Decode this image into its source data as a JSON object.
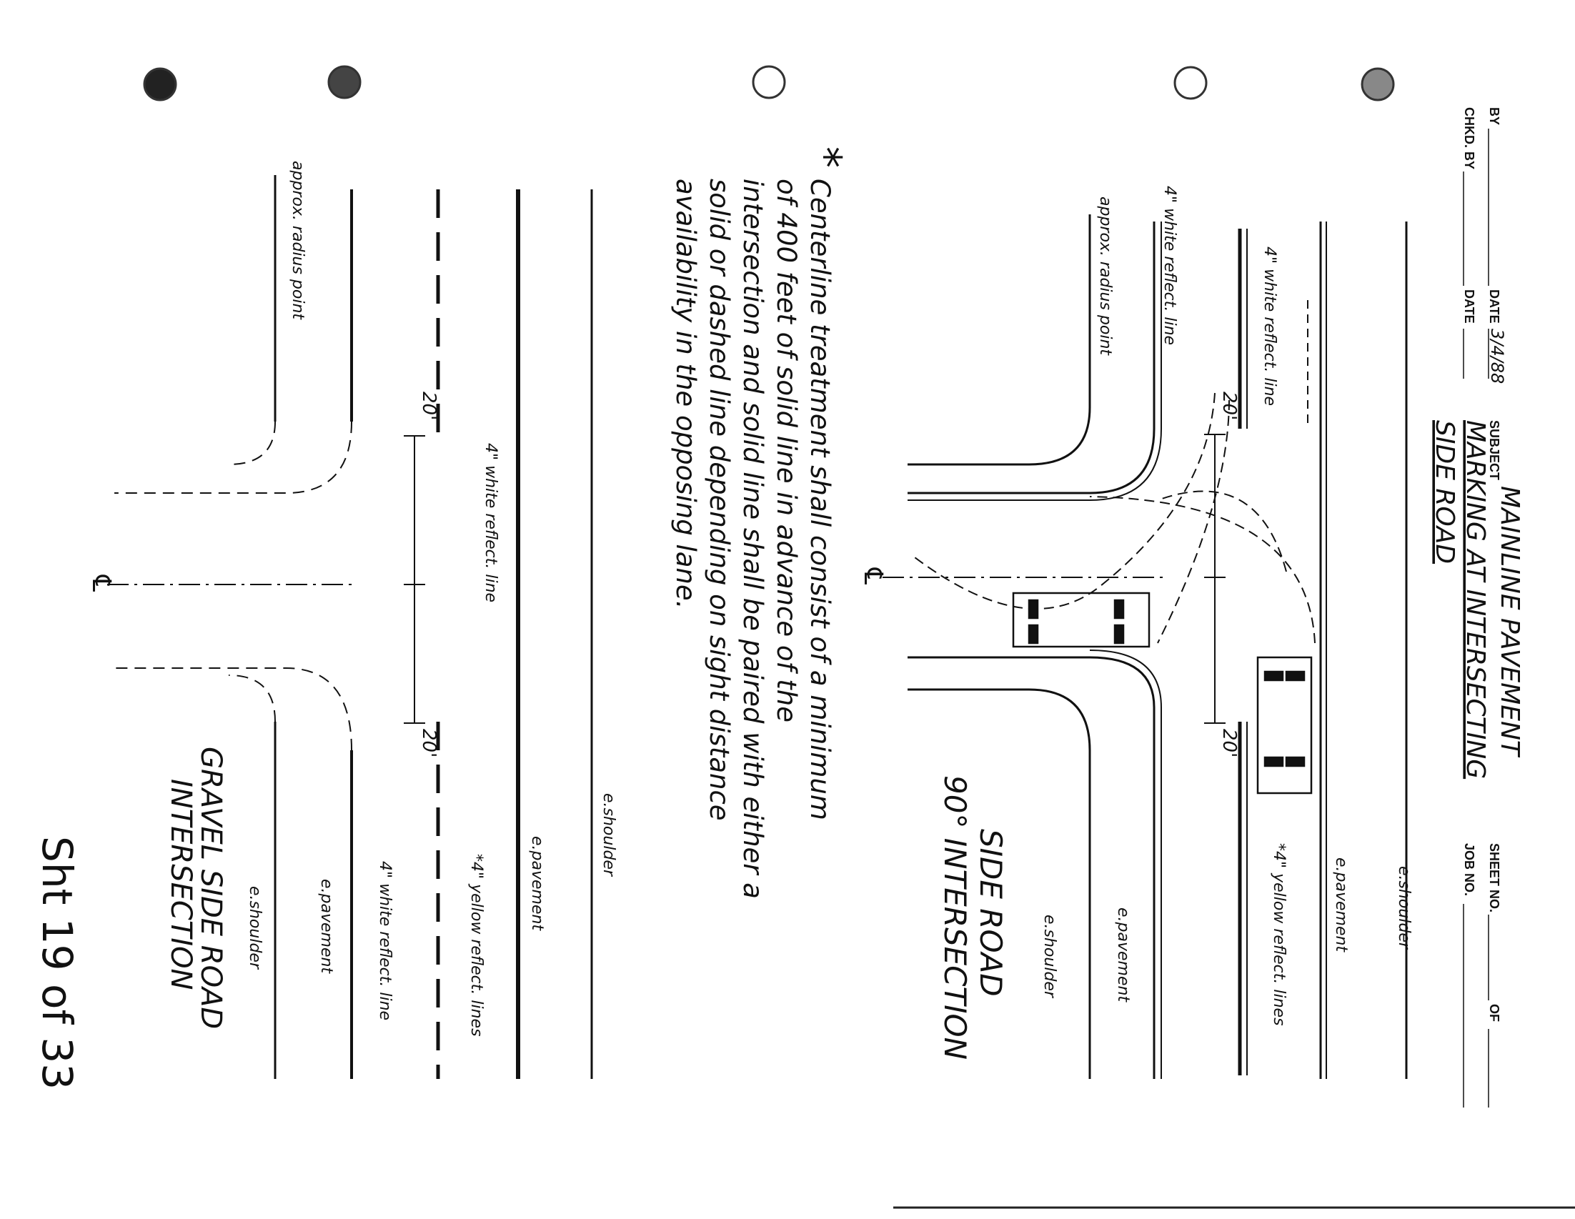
{
  "title_block": {
    "by_label": "BY",
    "date_label": "DATE",
    "date_value": "3/4/88",
    "chkd_by_label": "CHKD. BY",
    "date2_label": "DATE",
    "subject_label": "SUBJECT",
    "subject_line1": "MAINLINE PAVEMENT",
    "subject_line2": "MARKING AT INTERSECTING",
    "subject_line3": "SIDE ROAD",
    "sheet_no_label": "SHEET NO.",
    "of_label": "OF",
    "job_no_label": "JOB NO."
  },
  "top_diagram": {
    "title_line1": "SIDE ROAD",
    "title_line2": "90° INTERSECTION",
    "label_e_shoulder_top": "e.shoulder",
    "label_e_pavement_top": "e.pavement",
    "label_white_reflect": "4\" white reflect. line",
    "label_yellow_reflect": "*4\" yellow reflect. lines",
    "label_white_reflect_left": "4\" white reflect. line",
    "label_radius": "approx. radius point",
    "label_e_pavement_bottom": "e.pavement",
    "label_e_shoulder_bottom": "e.shoulder",
    "dim_left": "20'",
    "dim_right": "20'",
    "centerline_symbol": "℄"
  },
  "note": {
    "star": "*",
    "line1": "Centerline treatment shall consist of a minimum",
    "line2": "of 400 feet of solid line in advance of the",
    "line3": "intersection and solid line shall be paired with either a",
    "line4": "solid or dashed line depending on sight distance",
    "line5": "availability in the opposing lane."
  },
  "bottom_diagram": {
    "title_line1": "GRAVEL SIDE ROAD",
    "title_line2": "INTERSECTION",
    "label_white_reflect_top": "4\" white reflect. line",
    "label_e_shoulder_top": "e.shoulder",
    "label_e_pavement_top": "e.pavement",
    "label_yellow_reflect": "*4\" yellow reflect. lines",
    "label_white_reflect_bottom": "4\" white reflect. line",
    "label_e_pavement_bottom": "e.pavement",
    "label_e_shoulder_bottom": "e.shoulder",
    "label_radius": "approx. radius point",
    "dim_left": "20'",
    "dim_right": "20'",
    "centerline_symbol": "℄"
  },
  "sheet_note": "Sht 19 of 33"
}
